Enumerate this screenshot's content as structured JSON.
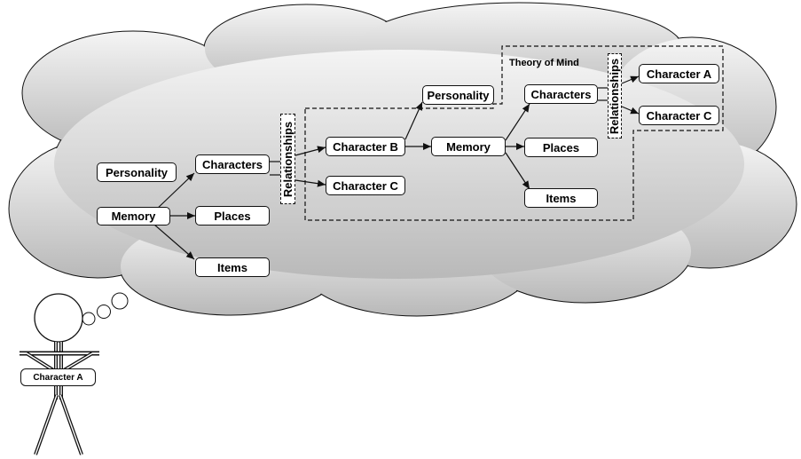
{
  "colors": {
    "cloud_fill_top": "#f4f4f4",
    "cloud_fill_bottom": "#b9b9b9",
    "stroke": "#111111",
    "node_fill": "#ffffff"
  },
  "outer": {
    "personality": "Personality",
    "memory": "Memory",
    "characters": "Characters",
    "places": "Places",
    "items": "Items",
    "relationships": "Relationships",
    "character_b": "Character B",
    "character_c": "Character C"
  },
  "inner": {
    "personality": "Personality",
    "memory": "Memory",
    "characters": "Characters",
    "places": "Places",
    "items": "Items"
  },
  "theory_of_mind": {
    "title": "Theory of Mind",
    "relationships": "Relationships",
    "character_a": "Character A",
    "character_c": "Character C"
  },
  "stick_figure": {
    "label": "Character A",
    "icon": "stick-figure-icon"
  }
}
